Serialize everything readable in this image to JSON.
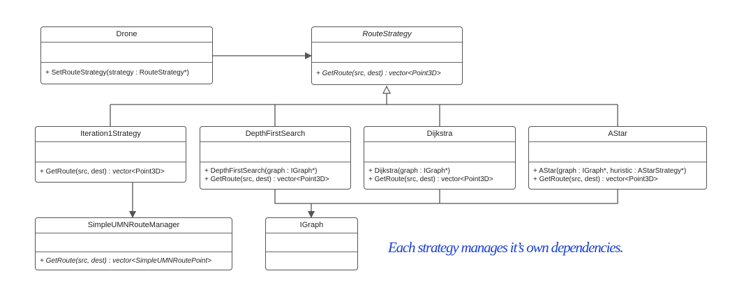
{
  "classes": {
    "drone": {
      "name": "Drone",
      "ops": [
        "+ SetRouteStrategy(strategy : RouteStrategy*)"
      ]
    },
    "route_strategy": {
      "name": "RouteStrategy",
      "ops": [
        "+ GetRoute(src, dest) : vector<Point3D>"
      ]
    },
    "iteration1": {
      "name": "Iteration1Strategy",
      "ops": [
        "+ GetRoute(src, dest) : vector<Point3D>"
      ]
    },
    "dfs": {
      "name": "DepthFirstSearch",
      "ops": [
        "+ DepthFirstSearch(graph : IGraph*)",
        "+ GetRoute(src, dest) : vector<Point3D>"
      ]
    },
    "dijkstra": {
      "name": "Dijkstra",
      "ops": [
        "+ Dijkstra(graph : IGraph*)",
        "+ GetRoute(src, dest) : vector<Point3D>"
      ]
    },
    "astar": {
      "name": "AStar",
      "ops": [
        "+ AStar(graph : IGraph*, huristic : AStarStrategy*)",
        "+ GetRoute(src, dest) : vector<Point3D>"
      ]
    },
    "umn": {
      "name": "SimpleUMNRouteManager",
      "ops": [
        "+ GetRoute(src, dest) : vector<SimpleUMNRoutePoint>"
      ]
    },
    "igraph": {
      "name": "IGraph",
      "ops": []
    }
  },
  "note": "Each strategy manages it’s own dependencies.",
  "colors": {
    "line": "#555555",
    "note": "#1a3fd6"
  }
}
